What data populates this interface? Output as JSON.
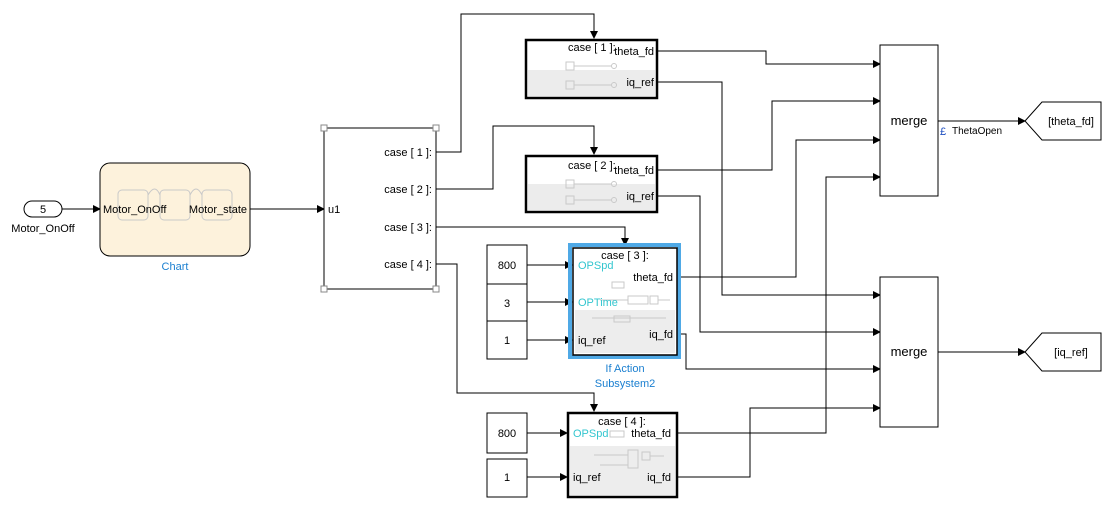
{
  "inport": {
    "number": "5",
    "name": "Motor_OnOff"
  },
  "chart": {
    "input_label": "Motor_OnOff",
    "output_label": "Motor_state",
    "name": "Chart"
  },
  "switch_case": {
    "input_label": "u1",
    "cases": [
      "case [ 1 ]:",
      "case [ 2 ]:",
      "case [ 3 ]:",
      "case [ 4 ]:"
    ]
  },
  "subsystems": [
    {
      "title": "case [ 1 ]:",
      "ports_out": [
        "theta_fd",
        "iq_ref"
      ]
    },
    {
      "title": "case [ 2 ]:",
      "ports_out": [
        "theta_fd",
        "iq_ref"
      ]
    },
    {
      "title": "case [ 3 ]:",
      "ports_in": [
        "OPSpd",
        "OPTime",
        "iq_ref"
      ],
      "ports_out": [
        "theta_fd",
        "iq_fd"
      ],
      "name_line1": "If Action",
      "name_line2": "Subsystem2"
    },
    {
      "title": "case [ 4 ]:",
      "ports_in": [
        "OPSpd",
        "iq_ref"
      ],
      "ports_out": [
        "theta_fd",
        "iq_fd"
      ]
    }
  ],
  "constants": [
    "800",
    "3",
    "1",
    "800",
    "1"
  ],
  "merges": [
    "merge",
    "merge"
  ],
  "signal_label": "ThetaOpen",
  "gotos": [
    "[theta_fd]",
    "[iq_ref]"
  ]
}
